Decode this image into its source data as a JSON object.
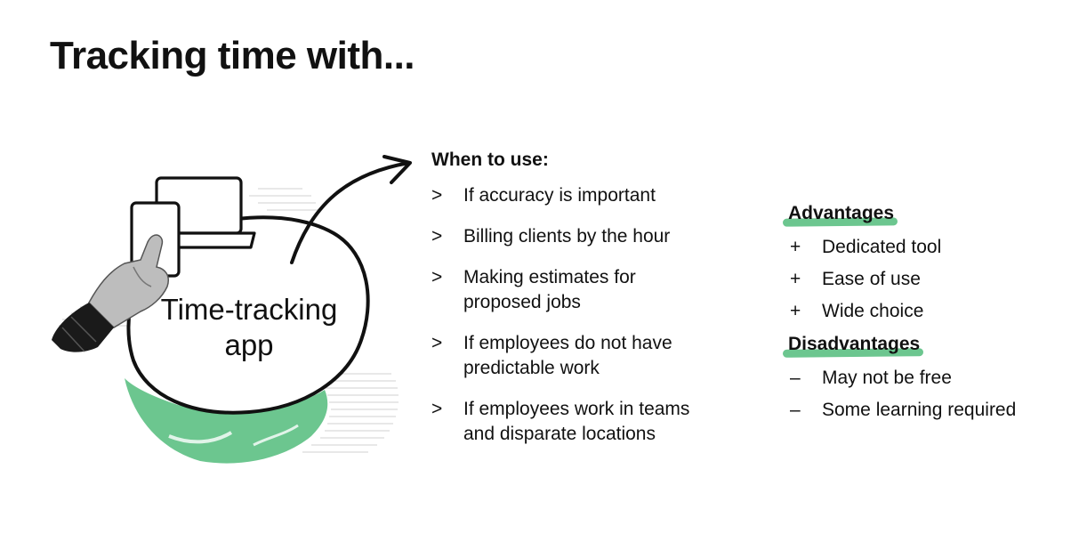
{
  "slide": {
    "title": "Tracking time with..."
  },
  "illustration": {
    "label_line1": "Time-tracking",
    "label_line2": "app",
    "accent_color": "#6cc68f",
    "icons": [
      "hand-icon",
      "phone-icon",
      "laptop-icon",
      "arrow-icon"
    ]
  },
  "when_to_use": {
    "heading": "When to use:",
    "marker": ">",
    "items": [
      {
        "line1": "If accuracy is important",
        "line2": ""
      },
      {
        "line1": "Billing clients by the hour",
        "line2": ""
      },
      {
        "line1": "Making estimates for",
        "line2": "proposed jobs"
      },
      {
        "line1": "If employees do not have",
        "line2": "predictable work"
      },
      {
        "line1": "If employees work in teams",
        "line2": "and disparate locations"
      }
    ]
  },
  "advantages": {
    "heading": "Advantages",
    "marker": "+",
    "items": [
      "Dedicated tool",
      "Ease of use",
      "Wide choice"
    ]
  },
  "disadvantages": {
    "heading": "Disadvantages",
    "marker": "–",
    "items": [
      "May not be free",
      "Some learning required"
    ]
  }
}
